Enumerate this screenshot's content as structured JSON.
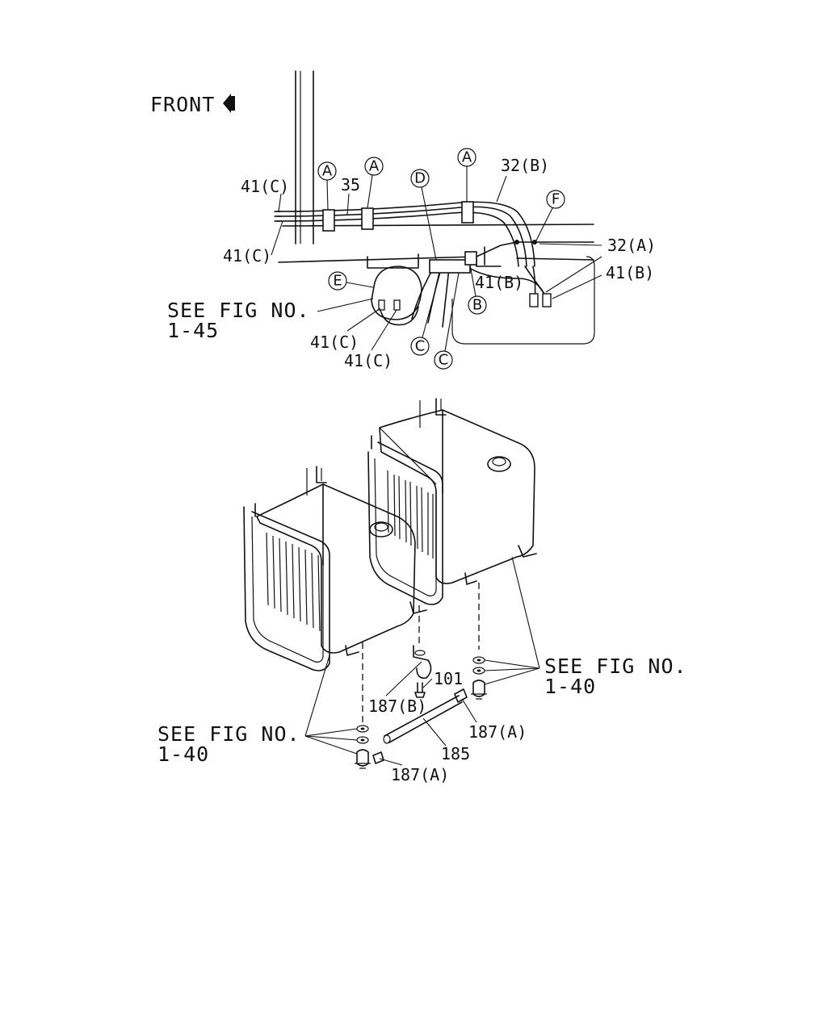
{
  "direction": {
    "front_label": "FRONT"
  },
  "circles": {
    "a1": "A",
    "a2": "A",
    "a3": "A",
    "b": "B",
    "c1": "C",
    "c2": "C",
    "d": "D",
    "e": "E",
    "f": "F"
  },
  "parts": {
    "p41c_top": "41(C)",
    "p35": "35",
    "p32b": "32(B)",
    "p41c_left": "41(C)",
    "p32a": "32(A)",
    "p41b_mid": "41(B)",
    "p41b_right": "41(B)",
    "p41c_e1": "41(C)",
    "p41c_e2": "41(C)",
    "p101": "101",
    "p187b": "187(B)",
    "p187a_right": "187(A)",
    "p185": "185",
    "p187a_bottom": "187(A)"
  },
  "refs": {
    "fig145_line1": "SEE FIG NO.",
    "fig145_line2": "1-45",
    "fig140r_line1": "SEE FIG NO.",
    "fig140r_line2": "1-40",
    "fig140l_line1": "SEE FIG NO.",
    "fig140l_line2": "1-40"
  }
}
